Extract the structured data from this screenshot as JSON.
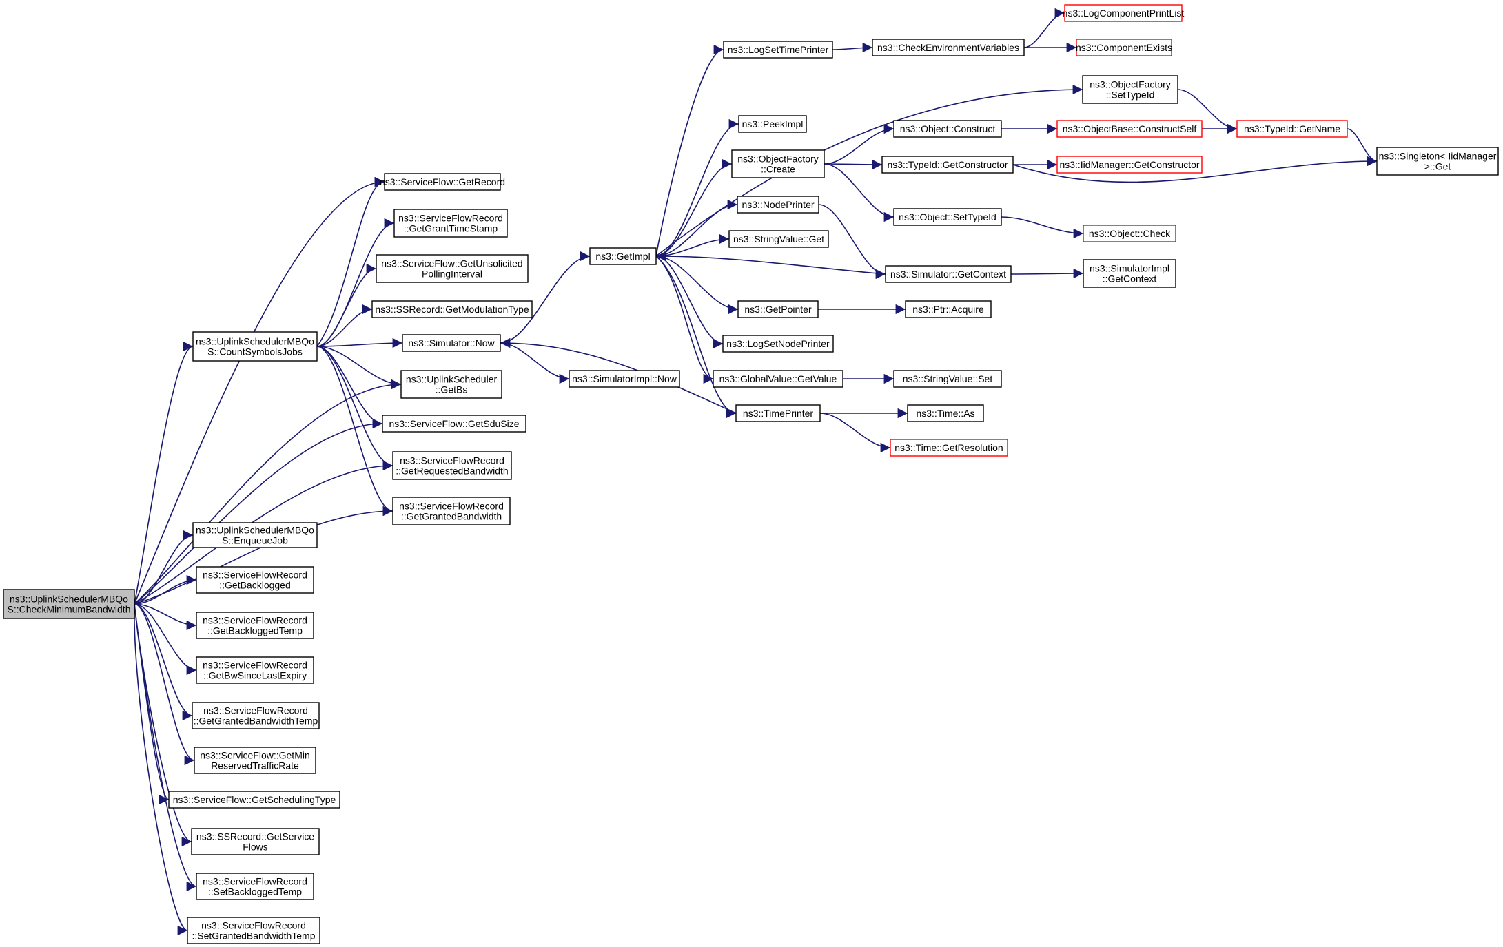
{
  "colors": {
    "edge": "#191970",
    "node_border": "#000000",
    "missing_border": "#ff0000",
    "root_fill": "#bfbfbf",
    "node_fill": "#ffffff"
  },
  "nodes": {
    "root": {
      "lines": [
        "ns3::UplinkSchedulerMBQo",
        "S::CheckMinimumBandwidth"
      ],
      "style": "root"
    },
    "csj": {
      "lines": [
        "ns3::UplinkSchedulerMBQo",
        "S::CountSymbolsJobs"
      ],
      "style": "normal"
    },
    "enq": {
      "lines": [
        "ns3::UplinkSchedulerMBQo",
        "S::EnqueueJob"
      ],
      "style": "normal"
    },
    "getbacklogged": {
      "lines": [
        "ns3::ServiceFlowRecord",
        "::GetBacklogged"
      ],
      "style": "normal"
    },
    "getbackloggedtemp": {
      "lines": [
        "ns3::ServiceFlowRecord",
        "::GetBackloggedTemp"
      ],
      "style": "normal"
    },
    "getbwsince": {
      "lines": [
        "ns3::ServiceFlowRecord",
        "::GetBwSinceLastExpiry"
      ],
      "style": "normal"
    },
    "getgrantedbwtemp": {
      "lines": [
        "ns3::ServiceFlowRecord",
        "::GetGrantedBandwidthTemp"
      ],
      "style": "normal"
    },
    "getminres": {
      "lines": [
        "ns3::ServiceFlow::GetMin",
        "ReservedTrafficRate"
      ],
      "style": "normal"
    },
    "getschedtype": {
      "lines": [
        "ns3::ServiceFlow::GetSchedulingType"
      ],
      "style": "normal"
    },
    "getserviceflows": {
      "lines": [
        "ns3::SSRecord::GetService",
        "Flows"
      ],
      "style": "normal"
    },
    "setbackloggedtemp": {
      "lines": [
        "ns3::ServiceFlowRecord",
        "::SetBackloggedTemp"
      ],
      "style": "normal"
    },
    "setgrantedbwtemp": {
      "lines": [
        "ns3::ServiceFlowRecord",
        "::SetGrantedBandwidthTemp"
      ],
      "style": "normal"
    },
    "getrecord": {
      "lines": [
        "ns3::ServiceFlow::GetRecord"
      ],
      "style": "normal"
    },
    "getgranttime": {
      "lines": [
        "ns3::ServiceFlowRecord",
        "::GetGrantTimeStamp"
      ],
      "style": "normal"
    },
    "getunsol": {
      "lines": [
        "ns3::ServiceFlow::GetUnsolicited",
        "PollingInterval"
      ],
      "style": "normal"
    },
    "getmodtype": {
      "lines": [
        "ns3::SSRecord::GetModulationType"
      ],
      "style": "normal"
    },
    "simnow": {
      "lines": [
        "ns3::Simulator::Now"
      ],
      "style": "normal"
    },
    "getbs": {
      "lines": [
        "ns3::UplinkScheduler",
        "::GetBs"
      ],
      "style": "normal"
    },
    "getsdusize": {
      "lines": [
        "ns3::ServiceFlow::GetSduSize"
      ],
      "style": "normal"
    },
    "getreqbw": {
      "lines": [
        "ns3::ServiceFlowRecord",
        "::GetRequestedBandwidth"
      ],
      "style": "normal"
    },
    "getgrantedbw": {
      "lines": [
        "ns3::ServiceFlowRecord",
        "::GetGrantedBandwidth"
      ],
      "style": "normal"
    },
    "getimpl": {
      "lines": [
        "ns3::GetImpl"
      ],
      "style": "normal"
    },
    "simimplnow": {
      "lines": [
        "ns3::SimulatorImpl::Now"
      ],
      "style": "normal"
    },
    "logsettime": {
      "lines": [
        "ns3::LogSetTimePrinter"
      ],
      "style": "normal"
    },
    "peekimpl": {
      "lines": [
        "ns3::PeekImpl"
      ],
      "style": "normal"
    },
    "objfcreate": {
      "lines": [
        "ns3::ObjectFactory",
        "::Create"
      ],
      "style": "normal"
    },
    "nodeprinter": {
      "lines": [
        "ns3::NodePrinter"
      ],
      "style": "normal"
    },
    "strvalget": {
      "lines": [
        "ns3::StringValue::Get"
      ],
      "style": "normal"
    },
    "getpointer": {
      "lines": [
        "ns3::GetPointer"
      ],
      "style": "normal"
    },
    "logsetnode": {
      "lines": [
        "ns3::LogSetNodePrinter"
      ],
      "style": "normal"
    },
    "globalget": {
      "lines": [
        "ns3::GlobalValue::GetValue"
      ],
      "style": "normal"
    },
    "timeprinter": {
      "lines": [
        "ns3::TimePrinter"
      ],
      "style": "normal"
    },
    "checkenv": {
      "lines": [
        "ns3::CheckEnvironmentVariables"
      ],
      "style": "normal"
    },
    "objfsettid": {
      "lines": [
        "ns3::ObjectFactory",
        "::SetTypeId"
      ],
      "style": "normal"
    },
    "objconstruct": {
      "lines": [
        "ns3::Object::Construct"
      ],
      "style": "normal"
    },
    "tidgetctor": {
      "lines": [
        "ns3::TypeId::GetConstructor"
      ],
      "style": "normal"
    },
    "objsettid": {
      "lines": [
        "ns3::Object::SetTypeId"
      ],
      "style": "normal"
    },
    "simgetctx": {
      "lines": [
        "ns3::Simulator::GetContext"
      ],
      "style": "normal"
    },
    "ptracquire": {
      "lines": [
        "ns3::Ptr::Acquire"
      ],
      "style": "normal"
    },
    "strvalset": {
      "lines": [
        "ns3::StringValue::Set"
      ],
      "style": "normal"
    },
    "timeas": {
      "lines": [
        "ns3::Time::As"
      ],
      "style": "normal"
    },
    "timegetres": {
      "lines": [
        "ns3::Time::GetResolution"
      ],
      "style": "missing"
    },
    "logcompprint": {
      "lines": [
        "ns3::LogComponentPrintList"
      ],
      "style": "missing"
    },
    "compexists": {
      "lines": [
        "ns3::ComponentExists"
      ],
      "style": "missing"
    },
    "objbaseconstruct": {
      "lines": [
        "ns3::ObjectBase::ConstructSelf"
      ],
      "style": "missing"
    },
    "iidgetctor": {
      "lines": [
        "ns3::IidManager::GetConstructor"
      ],
      "style": "missing"
    },
    "objcheck": {
      "lines": [
        "ns3::Object::Check"
      ],
      "style": "missing"
    },
    "simimplctx": {
      "lines": [
        "ns3::SimulatorImpl",
        "::GetContext"
      ],
      "style": "normal"
    },
    "tidgetname": {
      "lines": [
        "ns3::TypeId::GetName"
      ],
      "style": "missing"
    },
    "singleton": {
      "lines": [
        "ns3::Singleton< IidManager",
        ">::Get"
      ],
      "style": "normal"
    }
  },
  "edges": [
    [
      "root",
      "csj"
    ],
    [
      "root",
      "enq"
    ],
    [
      "root",
      "getbacklogged"
    ],
    [
      "root",
      "getbackloggedtemp"
    ],
    [
      "root",
      "getbwsince"
    ],
    [
      "root",
      "getgrantedbwtemp"
    ],
    [
      "root",
      "getminres"
    ],
    [
      "root",
      "getschedtype"
    ],
    [
      "root",
      "getserviceflows"
    ],
    [
      "root",
      "setbackloggedtemp"
    ],
    [
      "root",
      "setgrantedbwtemp"
    ],
    [
      "root",
      "getrecord"
    ],
    [
      "root",
      "getbs"
    ],
    [
      "root",
      "getsdusize"
    ],
    [
      "root",
      "getreqbw"
    ],
    [
      "root",
      "getgrantedbw"
    ],
    [
      "csj",
      "getrecord"
    ],
    [
      "csj",
      "getgranttime"
    ],
    [
      "csj",
      "getunsol"
    ],
    [
      "csj",
      "getmodtype"
    ],
    [
      "csj",
      "simnow"
    ],
    [
      "csj",
      "getbs"
    ],
    [
      "csj",
      "getsdusize"
    ],
    [
      "csj",
      "getreqbw"
    ],
    [
      "csj",
      "getgrantedbw"
    ],
    [
      "simnow",
      "getimpl"
    ],
    [
      "simnow",
      "simimplnow"
    ],
    [
      "getimpl",
      "logsettime"
    ],
    [
      "getimpl",
      "objfsettid"
    ],
    [
      "getimpl",
      "peekimpl"
    ],
    [
      "getimpl",
      "objfcreate"
    ],
    [
      "getimpl",
      "nodeprinter"
    ],
    [
      "getimpl",
      "strvalget"
    ],
    [
      "getimpl",
      "getpointer"
    ],
    [
      "getimpl",
      "logsetnode"
    ],
    [
      "getimpl",
      "globalget"
    ],
    [
      "getimpl",
      "timeprinter"
    ],
    [
      "logsettime",
      "checkenv"
    ],
    [
      "checkenv",
      "logcompprint"
    ],
    [
      "checkenv",
      "compexists"
    ],
    [
      "objfsettid",
      "tidgetname"
    ],
    [
      "objfcreate",
      "objconstruct"
    ],
    [
      "objfcreate",
      "tidgetctor"
    ],
    [
      "objfcreate",
      "objsettid"
    ],
    [
      "objconstruct",
      "objbaseconstruct"
    ],
    [
      "objbaseconstruct",
      "tidgetname"
    ],
    [
      "tidgetname",
      "singleton"
    ],
    [
      "tidgetctor",
      "iidgetctor"
    ],
    [
      "tidgetctor",
      "singleton"
    ],
    [
      "objsettid",
      "objcheck"
    ],
    [
      "nodeprinter",
      "simgetctx"
    ],
    [
      "simgetctx",
      "getimpl"
    ],
    [
      "simgetctx",
      "simimplctx"
    ],
    [
      "getpointer",
      "ptracquire"
    ],
    [
      "globalget",
      "strvalset"
    ],
    [
      "timeprinter",
      "simnow"
    ],
    [
      "timeprinter",
      "timeas"
    ],
    [
      "timeprinter",
      "timegetres"
    ]
  ]
}
